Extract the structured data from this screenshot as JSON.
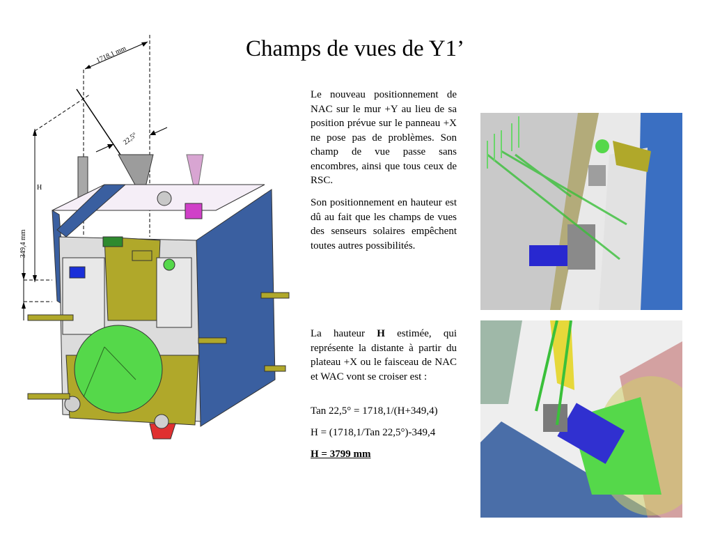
{
  "slide": {
    "title": "Champs de vues de  Y1’",
    "paragraph1": "Le nouveau positionnement de NAC sur le mur +Y au lieu de sa position prévue sur le panneau +X ne pose pas de problèmes. Son champ de vue passe sans encombres, ainsi que tous ceux de RSC.",
    "paragraph2": "Son positionnement en hauteur  est dû au fait que les champs de vues des senseurs solaires empêchent toutes autres possibilités.",
    "paragraph3": {
      "before": "La hauteur ",
      "bold": "H",
      "after": " estimée, qui représente la distante à partir du plateau +X ou le faisceau de NAC et WAC vont se croiser est :"
    },
    "equation1": "Tan 22,5° = 1718,1/(H+349,4)",
    "equation2": "H = (1718,1/Tan 22,5°)-349,4",
    "result": "H = 3799 mm"
  },
  "diagram": {
    "dim_width": "1718,1 mm",
    "dim_angle": "22,5°",
    "dim_height_label": "H",
    "dim_offset": "349,4 mm"
  },
  "colors": {
    "panel_blue": "#3a5fa0",
    "deck_olive": "#b0a82a",
    "dome_green": "#55d84a",
    "box_magenta": "#d040c8",
    "grey": "#bfbfbf"
  }
}
